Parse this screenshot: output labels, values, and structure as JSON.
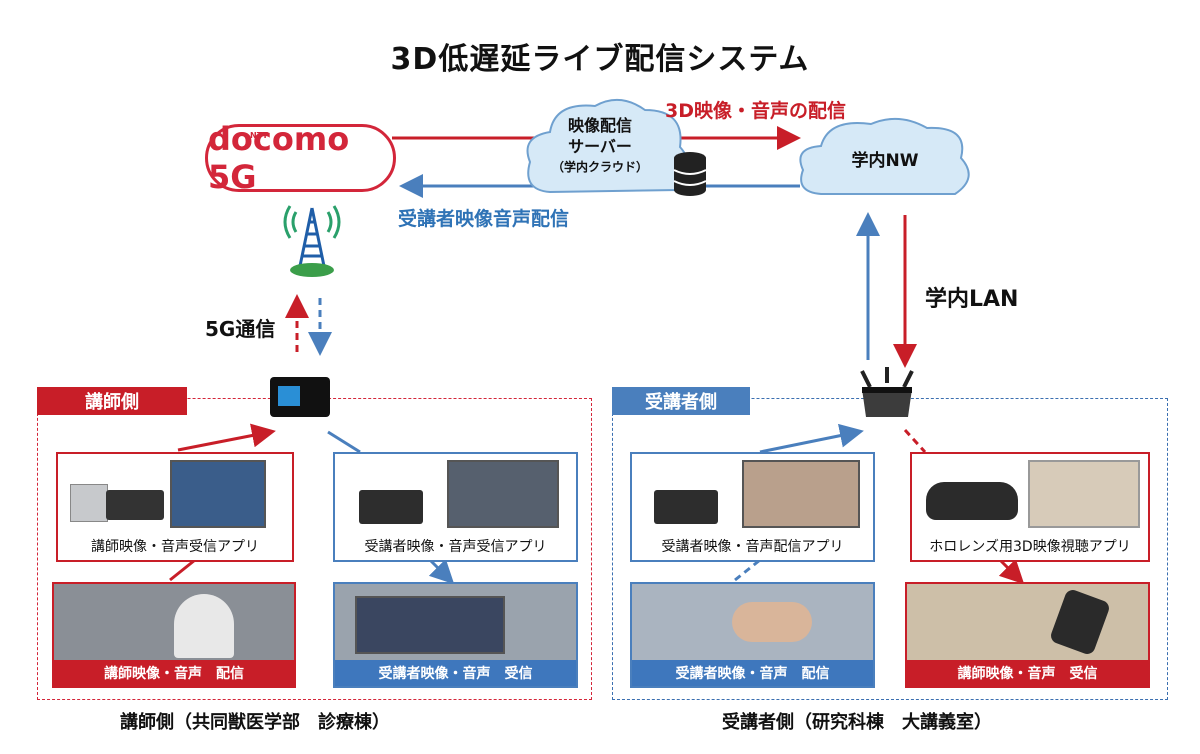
{
  "title": "3D低遅延ライブ配信システム",
  "logo": {
    "ntt": "NTT",
    "brand": "docomo 5G"
  },
  "server": {
    "line1": "映像配信",
    "line2": "サーバー",
    "line3": "（学内クラウド）"
  },
  "campus_nw": "学内NW",
  "flow_3d": "3D映像・音声の配信",
  "flow_student": "受講者映像音声配信",
  "comm_5g": "5G通信",
  "campus_lan": "学内LAN",
  "instructor": {
    "tag": "講師側",
    "app_receive": "講師映像・音声受信アプリ",
    "app_student_receive": "受講者映像・音声受信アプリ",
    "photo_send": "講師映像・音声　配信",
    "photo_receive": "受講者映像・音声　受信",
    "location": "講師側（共同獣医学部　診療棟）"
  },
  "student": {
    "tag": "受講者側",
    "app_send": "受講者映像・音声配信アプリ",
    "app_hololens": "ホロレンズ用3D映像視聴アプリ",
    "photo_send": "受講者映像・音声　配信",
    "photo_receive": "講師映像・音声　受信",
    "location": "受講者側（研究科棟　大講義室）"
  },
  "colors": {
    "red": "#c81e28",
    "blue": "#2f73b6",
    "docomo": "#d3263a"
  }
}
